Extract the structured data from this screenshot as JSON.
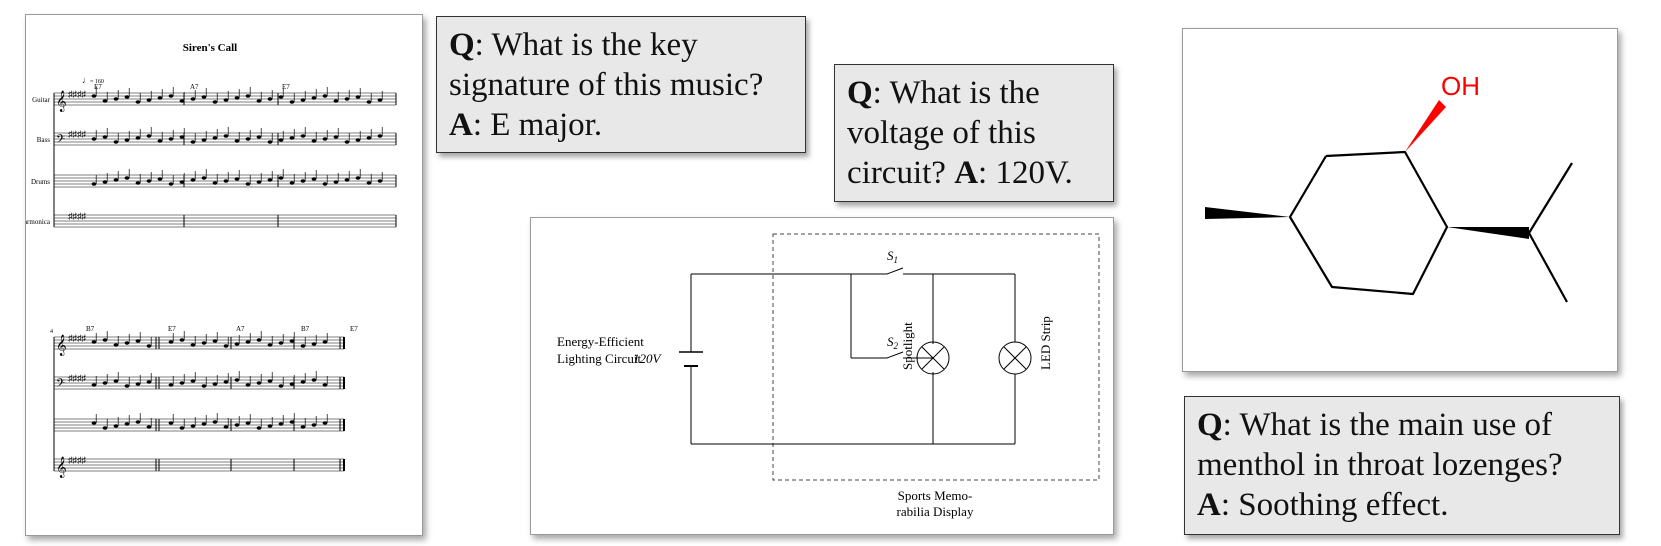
{
  "score": {
    "title": "Siren's Call",
    "tempo": "= 160",
    "instruments": [
      "Guitar",
      "Bass",
      "Drums",
      "Harmonica"
    ],
    "chords_row1": [
      "E7",
      "A7",
      "E7"
    ],
    "chords_row2": [
      "B7",
      "E7",
      "A7",
      "B7",
      "E7"
    ],
    "measure_number": "4"
  },
  "qa_music": {
    "q_label": "Q",
    "question": ": What is the key signature of this music?",
    "a_label": "A",
    "answer": ": E major."
  },
  "qa_circuit": {
    "q_label": "Q",
    "question": ": What is the voltage of this circuit?",
    "a_label": "A",
    "answer": ": 120V."
  },
  "qa_menthol": {
    "q_label": "Q",
    "question": ": What is the main use of menthol in throat lozenges?",
    "a_label": "A",
    "answer": ": Soothing effect."
  },
  "circuit": {
    "battery_label": "120V",
    "circuit_label_line1": "Energy-Efficient",
    "circuit_label_line2": "Lighting Circuit",
    "switch1": "S",
    "switch1_sub": "1",
    "switch2": "S",
    "switch2_sub": "2",
    "lamp1": "Spotlight",
    "lamp2": "LED Strip",
    "box_label_line1": "Sports Memo-",
    "box_label_line2": "rabilia Display"
  },
  "molecule": {
    "hydroxyl_label": "OH",
    "hydroxyl_color": "#ff0000"
  }
}
